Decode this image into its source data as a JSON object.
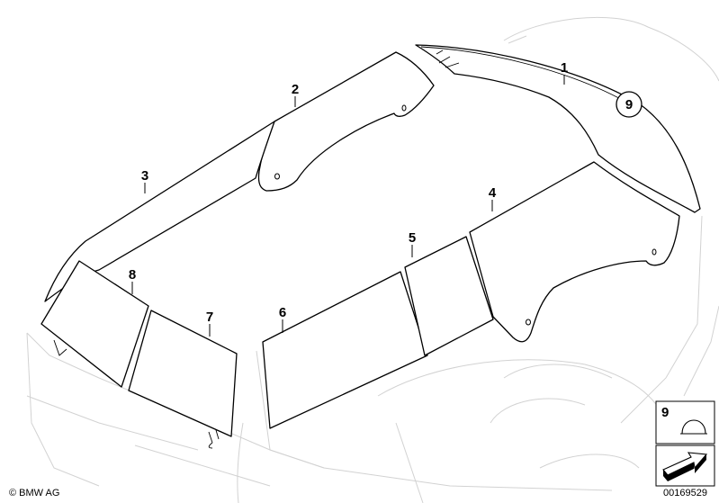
{
  "callouts": {
    "p1": "1",
    "p2": "2",
    "p3": "3",
    "p4": "4",
    "p5": "5",
    "p6": "6",
    "p7": "7",
    "p8": "8",
    "p9_circle": "9"
  },
  "legend": {
    "label": "9"
  },
  "copyright": "© BMW AG",
  "drawing_number": "00169529"
}
